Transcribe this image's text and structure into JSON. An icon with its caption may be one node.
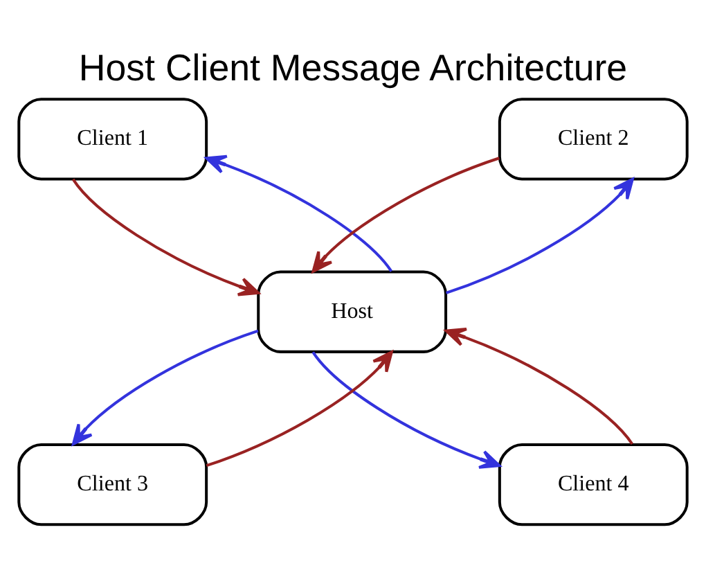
{
  "diagram": {
    "title": "Host Client Message Architecture",
    "nodes": [
      {
        "text": [
          "Host"
        ]
      },
      {
        "text": [
          "Client 1"
        ]
      },
      {
        "text": [
          "Client 2"
        ]
      },
      {
        "text": [
          "Client 3"
        ]
      },
      {
        "text": [
          "Client 4"
        ]
      }
    ],
    "edges": [
      {
        "from": 0,
        "to": 1,
        "arrow": "to",
        "color": "#3333dd"
      },
      {
        "from": 1,
        "to": 0,
        "arrow": "to",
        "color": "#992222"
      },
      {
        "from": 0,
        "to": 2,
        "arrow": "to",
        "color": "#3333dd"
      },
      {
        "from": 2,
        "to": 0,
        "arrow": "to",
        "color": "#992222"
      },
      {
        "from": 0,
        "to": 3,
        "arrow": "to",
        "color": "#3333dd"
      },
      {
        "from": 3,
        "to": 0,
        "arrow": "to",
        "color": "#992222"
      },
      {
        "from": 0,
        "to": 4,
        "arrow": "to",
        "color": "#3333dd"
      },
      {
        "from": 4,
        "to": 0,
        "arrow": "to",
        "color": "#992222"
      }
    ]
  }
}
